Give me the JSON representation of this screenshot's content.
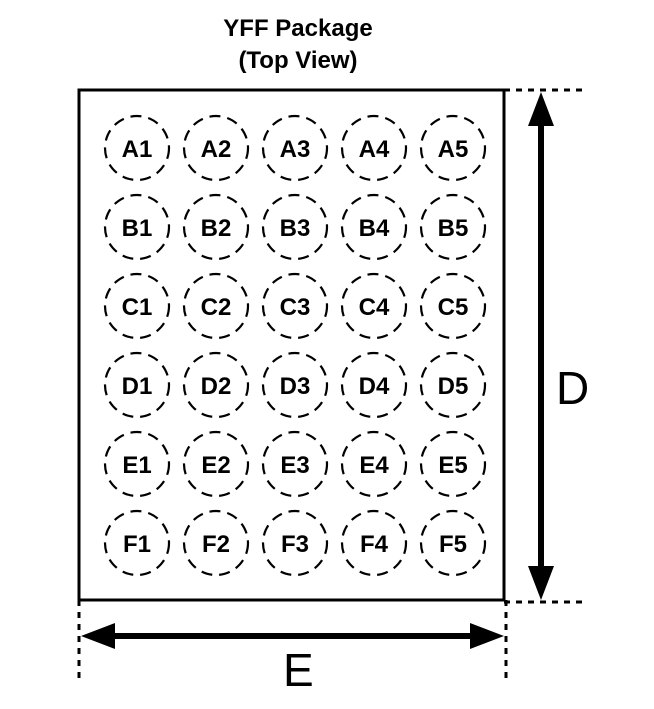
{
  "title_line1": "YFF Package",
  "title_line2": "(Top View)",
  "rows": [
    "A",
    "B",
    "C",
    "D",
    "E",
    "F"
  ],
  "columns": [
    "1",
    "2",
    "3",
    "4",
    "5"
  ],
  "balls": [
    [
      "A1",
      "A2",
      "A3",
      "A4",
      "A5"
    ],
    [
      "B1",
      "B2",
      "B3",
      "B4",
      "B5"
    ],
    [
      "C1",
      "C2",
      "C3",
      "C4",
      "C5"
    ],
    [
      "D1",
      "D2",
      "D3",
      "D4",
      "D5"
    ],
    [
      "E1",
      "E2",
      "E3",
      "E4",
      "E5"
    ],
    [
      "F1",
      "F2",
      "F3",
      "F4",
      "F5"
    ]
  ],
  "dimension_height_label": "D",
  "dimension_width_label": "E"
}
